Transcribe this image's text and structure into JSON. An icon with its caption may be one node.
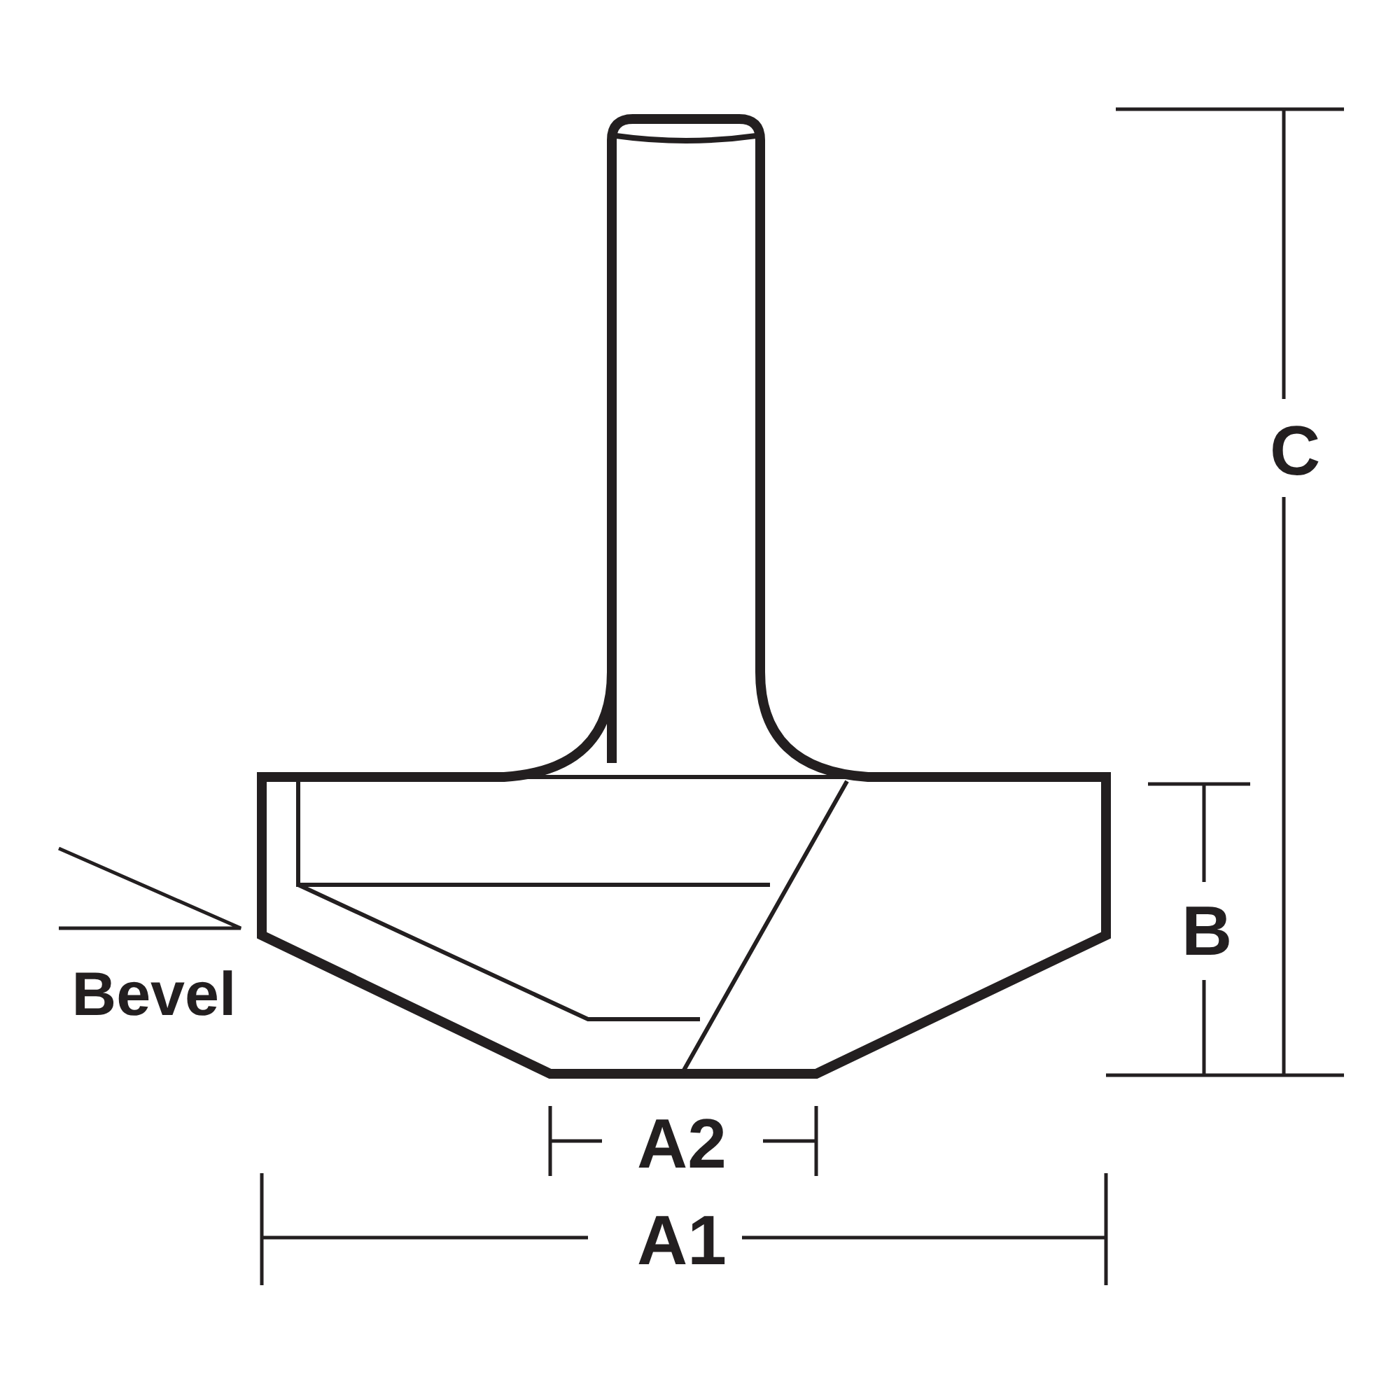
{
  "diagram": {
    "labels": [
      "C",
      "B",
      "Bevel",
      "A2",
      "A1"
    ]
  }
}
